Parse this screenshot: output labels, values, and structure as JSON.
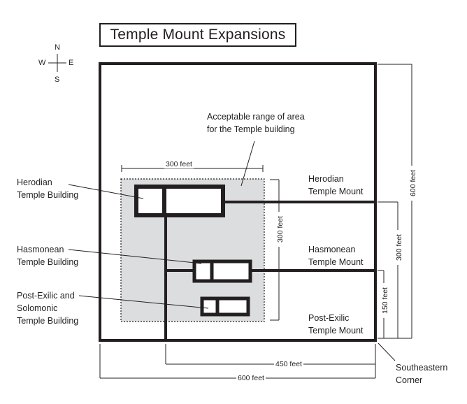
{
  "title": "Temple Mount Expansions",
  "compass": {
    "n": "N",
    "s": "S",
    "e": "E",
    "w": "W"
  },
  "labels": {
    "acceptable_range": "Acceptable range of area\nfor the Temple building",
    "herodian_building": "Herodian\nTemple Building",
    "hasmonean_building": "Hasmonean\nTemple Building",
    "post_exilic_building": "Post-Exilic and\nSolomonic\nTemple Building",
    "herodian_mount": "Herodian\nTemple Mount",
    "hasmonean_mount": "Hasmonean\nTemple Mount",
    "post_exilic_mount": "Post-Exilic\nTemple Mount",
    "southeastern_corner": "Southeastern\nCorner"
  },
  "dimensions": {
    "range_width": "300 feet",
    "range_height": "300 feet",
    "herodian_height": "600 feet",
    "hasmonean_height": "300 feet",
    "post_exilic_height": "150 feet",
    "width_450": "450 feet",
    "width_600": "600 feet"
  }
}
